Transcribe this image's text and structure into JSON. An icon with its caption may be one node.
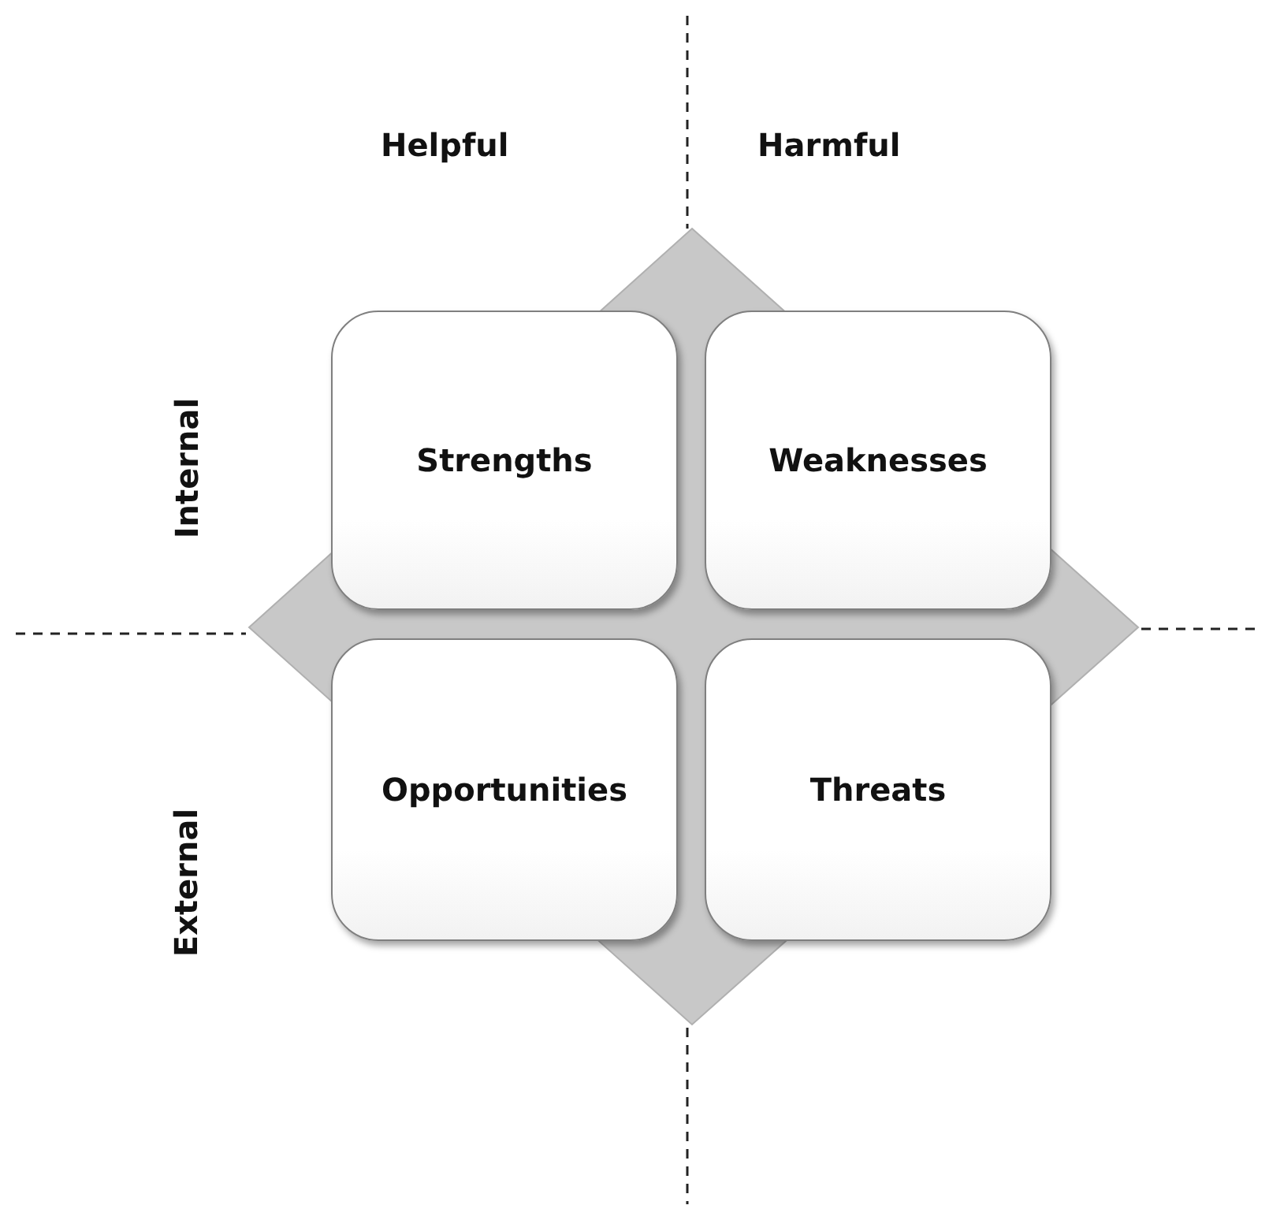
{
  "diagram": {
    "nodes": [
      {
        "text": [
          "Strengths"
        ]
      },
      {
        "text": [
          "Weaknesses"
        ]
      },
      {
        "text": [
          "Opportunities"
        ]
      },
      {
        "text": [
          "Threats"
        ]
      }
    ],
    "labels": [
      "Helpful",
      "Harmful",
      "Internal",
      "External"
    ]
  }
}
